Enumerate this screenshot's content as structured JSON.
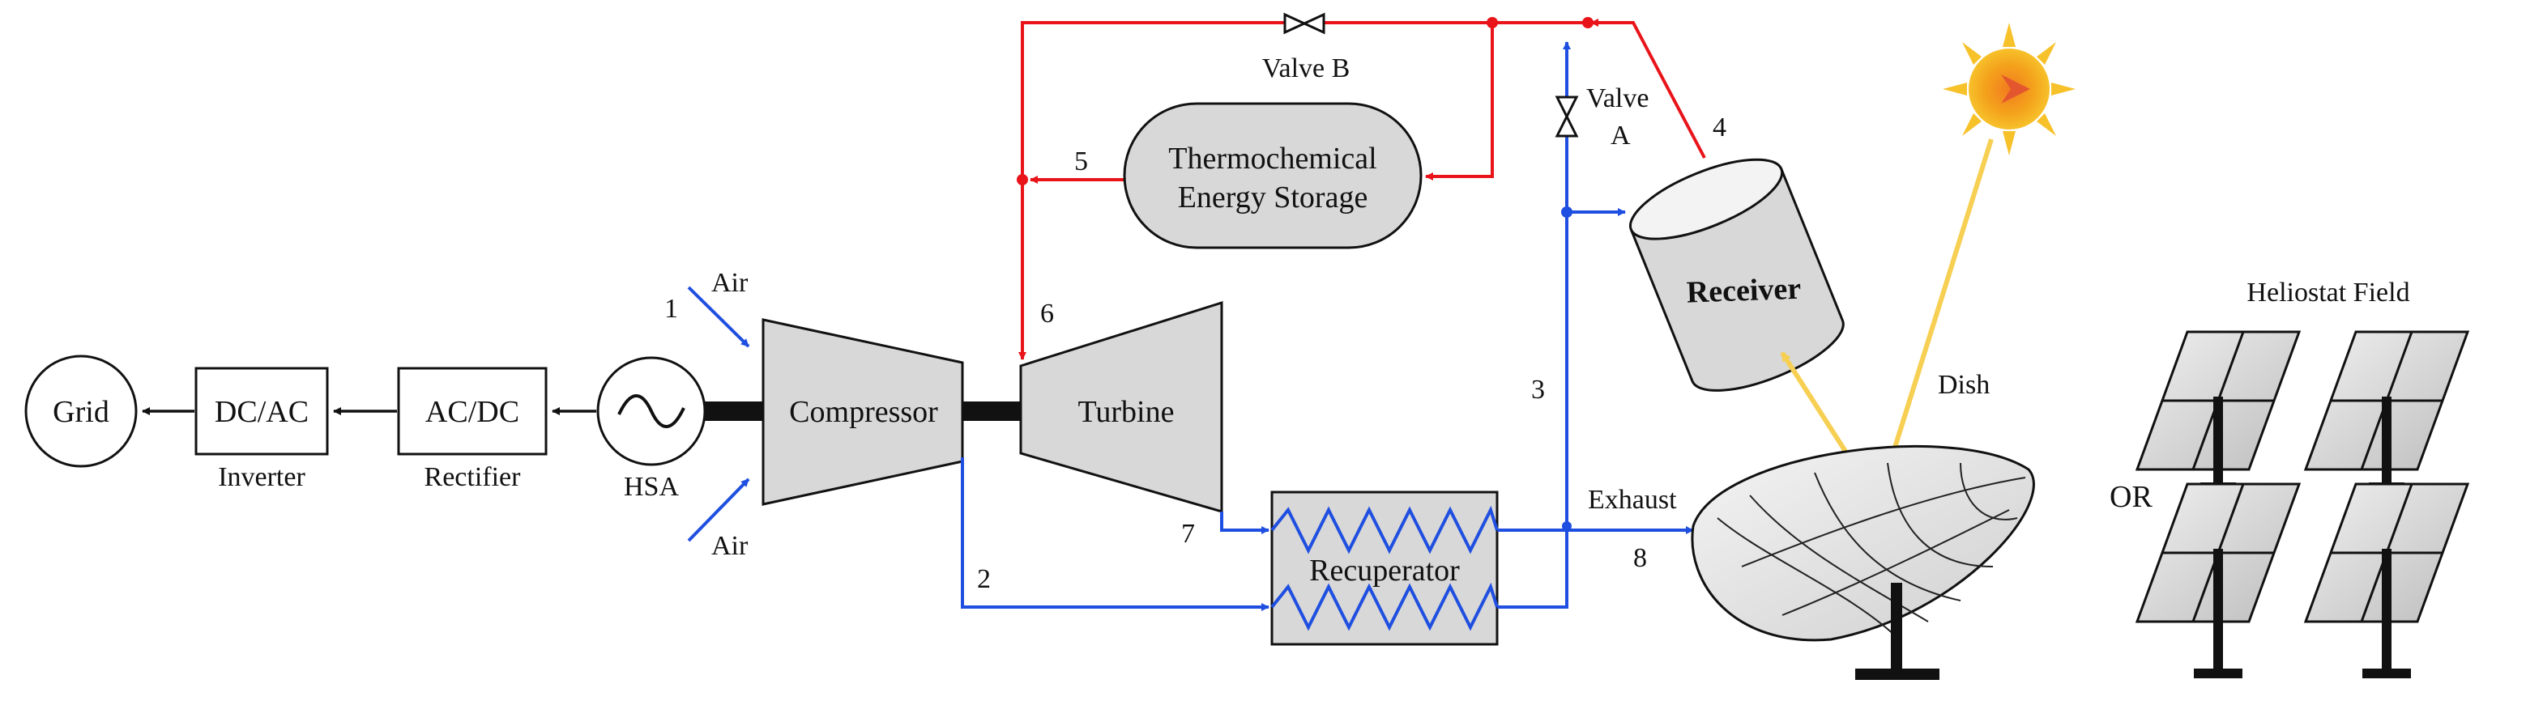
{
  "components": {
    "grid": "Grid",
    "inverter_box": "DC/AC",
    "inverter_caption": "Inverter",
    "rectifier_box": "AC/DC",
    "rectifier_caption": "Rectifier",
    "hsa": "HSA",
    "compressor": "Compressor",
    "turbine": "Turbine",
    "recuperator": "Recuperator",
    "storage_line1": "Thermochemical",
    "storage_line2": "Energy Storage",
    "receiver": "Receiver",
    "dish": "Dish",
    "heliostat": "Heliostat Field",
    "or_text": "OR"
  },
  "valves": {
    "valve_b": "Valve B",
    "valve_a_line1": "Valve",
    "valve_a_line2": "A"
  },
  "flow_labels": {
    "air_top": "Air",
    "air_bottom": "Air",
    "exhaust": "Exhaust"
  },
  "state_points": {
    "p1": "1",
    "p2": "2",
    "p3": "3",
    "p4": "4",
    "p5": "5",
    "p6": "6",
    "p7": "7",
    "p8": "8"
  },
  "colors": {
    "hot_stream": "#e8141a",
    "cold_stream": "#1f4fe0",
    "sun_rays": "#f6cf53",
    "component_fill": "#d8d8d8"
  }
}
